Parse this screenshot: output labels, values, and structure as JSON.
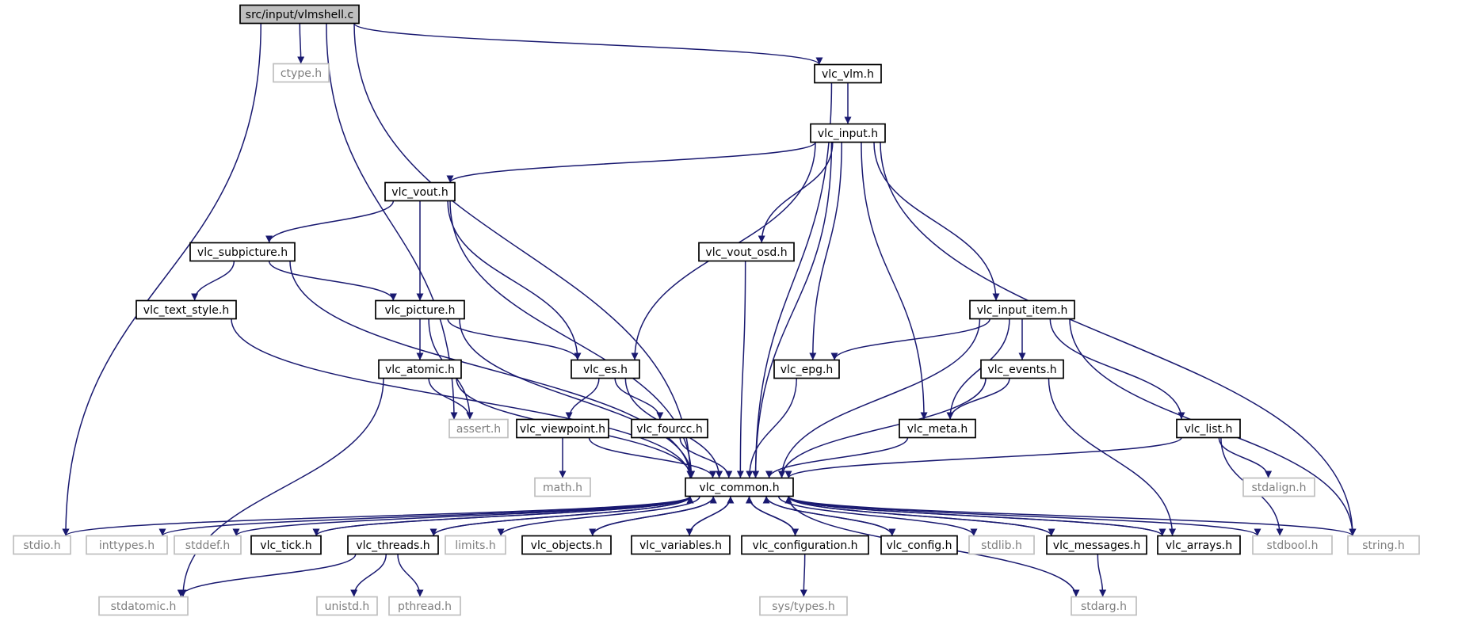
{
  "colors": {
    "edge": "#191970",
    "node_border": "#000000",
    "missing_border": "#bfbfbf",
    "missing_text": "#7f7f7f",
    "root_fill": "#bfbfbf",
    "node_fill": "#ffffff",
    "text": "#000000"
  },
  "nodes": [
    {
      "id": "vlmshell",
      "label": "src/input/vlmshell.c",
      "kind": "root"
    },
    {
      "id": "ctype",
      "label": "ctype.h",
      "kind": "missing"
    },
    {
      "id": "vlc_vlm",
      "label": "vlc_vlm.h",
      "kind": "header"
    },
    {
      "id": "vlc_input",
      "label": "vlc_input.h",
      "kind": "header"
    },
    {
      "id": "vlc_vout",
      "label": "vlc_vout.h",
      "kind": "header"
    },
    {
      "id": "vlc_subpicture",
      "label": "vlc_subpicture.h",
      "kind": "header"
    },
    {
      "id": "vlc_vout_osd",
      "label": "vlc_vout_osd.h",
      "kind": "header"
    },
    {
      "id": "vlc_text_style",
      "label": "vlc_text_style.h",
      "kind": "header"
    },
    {
      "id": "vlc_picture",
      "label": "vlc_picture.h",
      "kind": "header"
    },
    {
      "id": "vlc_input_item",
      "label": "vlc_input_item.h",
      "kind": "header"
    },
    {
      "id": "vlc_atomic",
      "label": "vlc_atomic.h",
      "kind": "header"
    },
    {
      "id": "vlc_es",
      "label": "vlc_es.h",
      "kind": "header"
    },
    {
      "id": "vlc_epg",
      "label": "vlc_epg.h",
      "kind": "header"
    },
    {
      "id": "vlc_events",
      "label": "vlc_events.h",
      "kind": "header"
    },
    {
      "id": "assert",
      "label": "assert.h",
      "kind": "missing"
    },
    {
      "id": "vlc_viewpoint",
      "label": "vlc_viewpoint.h",
      "kind": "header"
    },
    {
      "id": "vlc_fourcc",
      "label": "vlc_fourcc.h",
      "kind": "header"
    },
    {
      "id": "vlc_meta",
      "label": "vlc_meta.h",
      "kind": "header"
    },
    {
      "id": "vlc_list",
      "label": "vlc_list.h",
      "kind": "header"
    },
    {
      "id": "math",
      "label": "math.h",
      "kind": "missing"
    },
    {
      "id": "vlc_common",
      "label": "vlc_common.h",
      "kind": "header"
    },
    {
      "id": "stdalign",
      "label": "stdalign.h",
      "kind": "missing"
    },
    {
      "id": "stdio",
      "label": "stdio.h",
      "kind": "missing"
    },
    {
      "id": "inttypes",
      "label": "inttypes.h",
      "kind": "missing"
    },
    {
      "id": "stddef",
      "label": "stddef.h",
      "kind": "missing"
    },
    {
      "id": "vlc_tick",
      "label": "vlc_tick.h",
      "kind": "header"
    },
    {
      "id": "vlc_threads",
      "label": "vlc_threads.h",
      "kind": "header"
    },
    {
      "id": "limits",
      "label": "limits.h",
      "kind": "missing"
    },
    {
      "id": "vlc_objects",
      "label": "vlc_objects.h",
      "kind": "header"
    },
    {
      "id": "vlc_variables",
      "label": "vlc_variables.h",
      "kind": "header"
    },
    {
      "id": "vlc_configuration",
      "label": "vlc_configuration.h",
      "kind": "header"
    },
    {
      "id": "vlc_config",
      "label": "vlc_config.h",
      "kind": "header"
    },
    {
      "id": "stdlib",
      "label": "stdlib.h",
      "kind": "missing"
    },
    {
      "id": "vlc_messages",
      "label": "vlc_messages.h",
      "kind": "header"
    },
    {
      "id": "vlc_arrays",
      "label": "vlc_arrays.h",
      "kind": "header"
    },
    {
      "id": "stdbool",
      "label": "stdbool.h",
      "kind": "missing"
    },
    {
      "id": "string",
      "label": "string.h",
      "kind": "missing"
    },
    {
      "id": "stdatomic",
      "label": "stdatomic.h",
      "kind": "missing"
    },
    {
      "id": "unistd",
      "label": "unistd.h",
      "kind": "missing"
    },
    {
      "id": "pthread",
      "label": "pthread.h",
      "kind": "missing"
    },
    {
      "id": "sys_types",
      "label": "sys/types.h",
      "kind": "missing"
    },
    {
      "id": "stdarg",
      "label": "stdarg.h",
      "kind": "missing"
    }
  ],
  "edges": [
    [
      "vlmshell",
      "ctype"
    ],
    [
      "vlmshell",
      "stdio"
    ],
    [
      "vlmshell",
      "vlc_common"
    ],
    [
      "vlmshell",
      "assert"
    ],
    [
      "vlmshell",
      "vlc_vlm"
    ],
    [
      "vlc_vlm",
      "vlc_input"
    ],
    [
      "vlc_vlm",
      "vlc_common"
    ],
    [
      "vlc_input",
      "vlc_vout"
    ],
    [
      "vlc_input",
      "vlc_es"
    ],
    [
      "vlc_input",
      "vlc_vout_osd"
    ],
    [
      "vlc_input",
      "vlc_epg"
    ],
    [
      "vlc_input",
      "vlc_common"
    ],
    [
      "vlc_input",
      "vlc_meta"
    ],
    [
      "vlc_input",
      "vlc_input_item"
    ],
    [
      "vlc_input",
      "string"
    ],
    [
      "vlc_vout",
      "vlc_subpicture"
    ],
    [
      "vlc_vout",
      "vlc_common"
    ],
    [
      "vlc_vout",
      "vlc_picture"
    ],
    [
      "vlc_vout",
      "vlc_es"
    ],
    [
      "vlc_subpicture",
      "vlc_text_style"
    ],
    [
      "vlc_subpicture",
      "vlc_common"
    ],
    [
      "vlc_subpicture",
      "vlc_picture"
    ],
    [
      "vlc_text_style",
      "vlc_common"
    ],
    [
      "vlc_picture",
      "vlc_common"
    ],
    [
      "vlc_picture",
      "vlc_atomic"
    ],
    [
      "vlc_picture",
      "assert"
    ],
    [
      "vlc_picture",
      "vlc_es"
    ],
    [
      "vlc_atomic",
      "stdatomic"
    ],
    [
      "vlc_atomic",
      "assert"
    ],
    [
      "vlc_atomic",
      "vlc_common"
    ],
    [
      "vlc_vout_osd",
      "vlc_common"
    ],
    [
      "vlc_es",
      "vlc_viewpoint"
    ],
    [
      "vlc_es",
      "vlc_fourcc"
    ],
    [
      "vlc_es",
      "vlc_common"
    ],
    [
      "vlc_viewpoint",
      "math"
    ],
    [
      "vlc_viewpoint",
      "vlc_common"
    ],
    [
      "vlc_fourcc",
      "vlc_common"
    ],
    [
      "vlc_epg",
      "vlc_common"
    ],
    [
      "vlc_input_item",
      "vlc_epg"
    ],
    [
      "vlc_input_item",
      "vlc_meta"
    ],
    [
      "vlc_input_item",
      "vlc_events"
    ],
    [
      "vlc_input_item",
      "vlc_common"
    ],
    [
      "vlc_input_item",
      "vlc_list"
    ],
    [
      "vlc_input_item",
      "string"
    ],
    [
      "vlc_events",
      "vlc_meta"
    ],
    [
      "vlc_events",
      "vlc_common"
    ],
    [
      "vlc_events",
      "vlc_arrays"
    ],
    [
      "vlc_meta",
      "vlc_common"
    ],
    [
      "vlc_list",
      "vlc_common"
    ],
    [
      "vlc_list",
      "stdalign"
    ],
    [
      "vlc_list",
      "stdbool"
    ],
    [
      "vlc_common",
      "stdio"
    ],
    [
      "vlc_common",
      "inttypes"
    ],
    [
      "vlc_common",
      "stddef"
    ],
    [
      "vlc_common",
      "vlc_tick"
    ],
    [
      "vlc_common",
      "vlc_threads"
    ],
    [
      "vlc_common",
      "limits"
    ],
    [
      "vlc_common",
      "vlc_objects"
    ],
    [
      "vlc_common",
      "vlc_variables"
    ],
    [
      "vlc_common",
      "vlc_configuration"
    ],
    [
      "vlc_common",
      "vlc_config"
    ],
    [
      "vlc_common",
      "stdlib"
    ],
    [
      "vlc_common",
      "vlc_messages"
    ],
    [
      "vlc_common",
      "vlc_arrays"
    ],
    [
      "vlc_common",
      "stdbool"
    ],
    [
      "vlc_common",
      "string"
    ],
    [
      "vlc_common",
      "stdarg"
    ],
    [
      "vlc_tick",
      "vlc_common"
    ],
    [
      "vlc_threads",
      "vlc_common"
    ],
    [
      "vlc_threads",
      "stdatomic"
    ],
    [
      "vlc_threads",
      "unistd"
    ],
    [
      "vlc_threads",
      "pthread"
    ],
    [
      "vlc_objects",
      "vlc_common"
    ],
    [
      "vlc_variables",
      "vlc_common"
    ],
    [
      "vlc_configuration",
      "vlc_common"
    ],
    [
      "vlc_configuration",
      "sys_types"
    ],
    [
      "vlc_config",
      "vlc_common"
    ],
    [
      "vlc_messages",
      "vlc_common"
    ],
    [
      "vlc_messages",
      "stdarg"
    ],
    [
      "vlc_arrays",
      "vlc_common"
    ]
  ]
}
